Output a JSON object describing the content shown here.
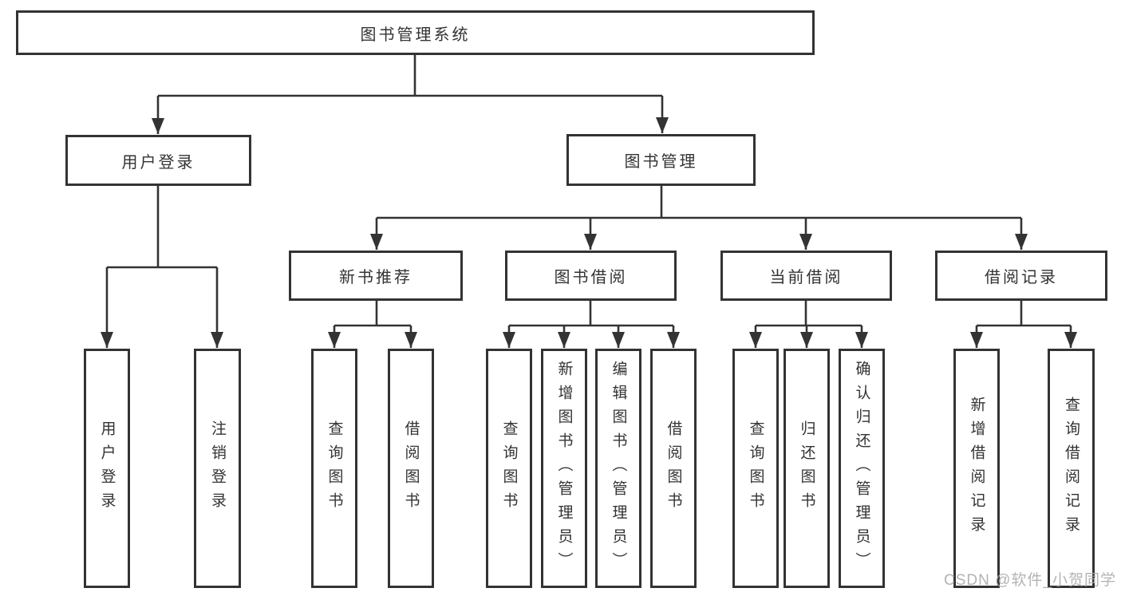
{
  "diagram": {
    "root": {
      "label": "图书管理系统"
    },
    "level2": {
      "user_login": {
        "label": "用户登录"
      },
      "book_management": {
        "label": "图书管理"
      }
    },
    "level3": {
      "new_book_recommend": {
        "label": "新书推荐"
      },
      "book_borrow": {
        "label": "图书借阅"
      },
      "current_borrow": {
        "label": "当前借阅"
      },
      "borrow_records": {
        "label": "借阅记录"
      }
    },
    "leaves": {
      "user_login": {
        "label": "用户登录"
      },
      "logout": {
        "label": "注销登录"
      },
      "nb_query_books": {
        "label": "查询图书"
      },
      "nb_borrow_books": {
        "label": "借阅图书"
      },
      "bb_query_books": {
        "label": "查询图书"
      },
      "bb_add_books": {
        "label": "新增图书（管理员）"
      },
      "bb_edit_books": {
        "label": "编辑图书（管理员）"
      },
      "bb_borrow_books": {
        "label": "借阅图书"
      },
      "cb_query_books": {
        "label": "查询图书"
      },
      "cb_return_books": {
        "label": "归还图书"
      },
      "cb_confirm_return": {
        "label": "确认归还（管理员）"
      },
      "br_add_record": {
        "label": "新增借阅记录"
      },
      "br_query_record": {
        "label": "查询借阅记录"
      }
    },
    "watermark": "CSDN @软件_小贺同学",
    "colors": {
      "line": "#333333",
      "box_border": "#333333",
      "text": "#333333",
      "watermark": "#adadad",
      "background": "#ffffff"
    }
  }
}
